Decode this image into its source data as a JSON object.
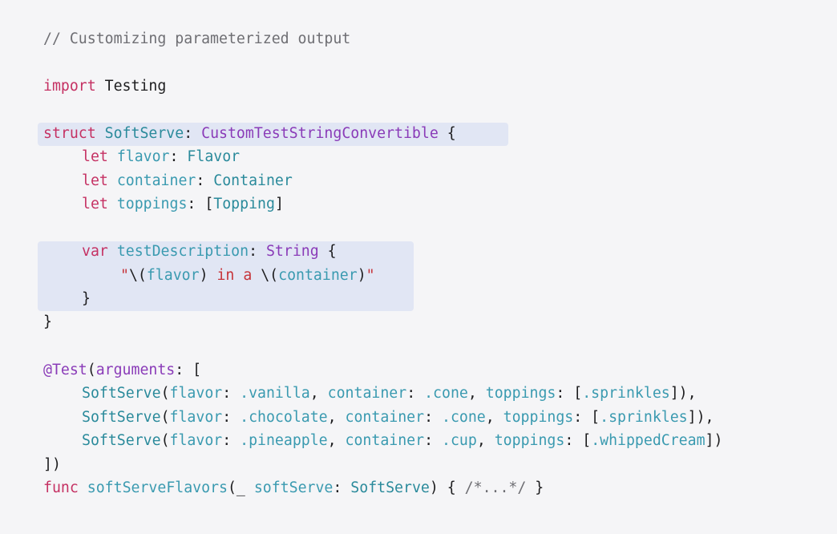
{
  "colors": {
    "background": "#f5f5f7",
    "highlight": "#e1e6f4",
    "plain": "#1d1d1f",
    "comment": "#6e6e73",
    "keyword": "#c53163",
    "type_declaration": "#2a8a9b",
    "type_reference": "#8a3bb8",
    "identifier": "#3a9ab0",
    "string": "#c6343a",
    "interpolation": "#1d1d1f"
  },
  "code": {
    "comment": "// Customizing parameterized output",
    "import_keyword": "import",
    "import_module": "Testing",
    "struct_keyword": "struct",
    "struct_name": "SoftServe",
    "colon": ":",
    "protocol_name": "CustomTestStringConvertible",
    "open_brace": "{",
    "close_brace": "}",
    "let_keyword": "let",
    "var_keyword": "var",
    "prop_flavor": "flavor",
    "type_flavor": "Flavor",
    "prop_container": "container",
    "type_container": "Container",
    "prop_toppings": "toppings",
    "type_topping": "Topping",
    "prop_test_description": "testDescription",
    "type_string": "String",
    "string_quote_open": "\"",
    "interp_open": "\\(",
    "interp_close": ")",
    "string_in_a": " in a ",
    "string_quote_close": "\"",
    "attribute": "@Test",
    "arguments_label": "arguments",
    "case_vanilla": ".vanilla",
    "case_chocolate": ".chocolate",
    "case_pineapple": ".pineapple",
    "case_cone": ".cone",
    "case_cup": ".cup",
    "case_sprinkles": ".sprinkles",
    "case_whipped_cream": ".whippedCream",
    "func_keyword": "func",
    "func_name": "softServeFlavors",
    "underscore_label": "_",
    "param_name": "softServe",
    "inline_comment": "/*...*/"
  }
}
